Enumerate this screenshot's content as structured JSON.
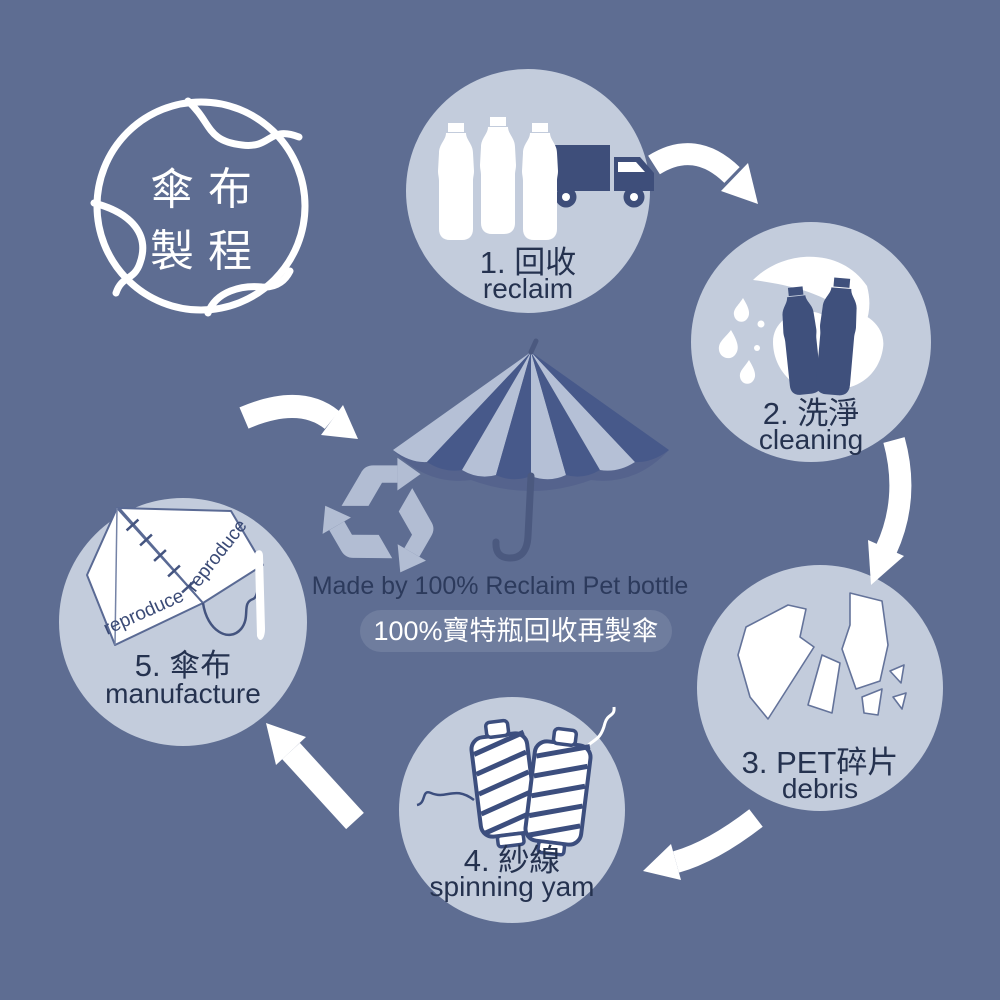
{
  "palette": {
    "background": "#5e6d92",
    "circle_fill": "#c3ccdc",
    "dark_navy": "#3e4e7a",
    "text_dark": "#25324f",
    "white": "#ffffff",
    "badge_fill": "#6f7d9e",
    "umbrella_light": "#b5c0d6",
    "umbrella_dark": "#47598a",
    "umbrella_underside": "#55638d",
    "recycle_icon_fill": "#b2bdd3"
  },
  "globe": {
    "title_line1": "傘布",
    "title_line2": "製程"
  },
  "center": {
    "caption": "Made by 100% Reclaim Pet bottle",
    "badge": "100%寶特瓶回收再製傘"
  },
  "steps": [
    {
      "label_zh": "1. 回收",
      "label_en": "reclaim",
      "icon": "pet-bottles-truck-icon"
    },
    {
      "label_zh": "2. 洗淨",
      "label_en": "cleaning",
      "icon": "bottle-washing-icon"
    },
    {
      "label_zh": "3. PET碎片",
      "label_en": "debris",
      "icon": "pet-flakes-icon"
    },
    {
      "label_zh": "4. 紗線",
      "label_en": "spinning yam",
      "icon": "yarn-spools-icon"
    },
    {
      "label_zh": "5. 傘布",
      "label_en": "manufacture",
      "icon": "fabric-sewing-icon"
    }
  ],
  "fabric_panel_word": "reproduce"
}
